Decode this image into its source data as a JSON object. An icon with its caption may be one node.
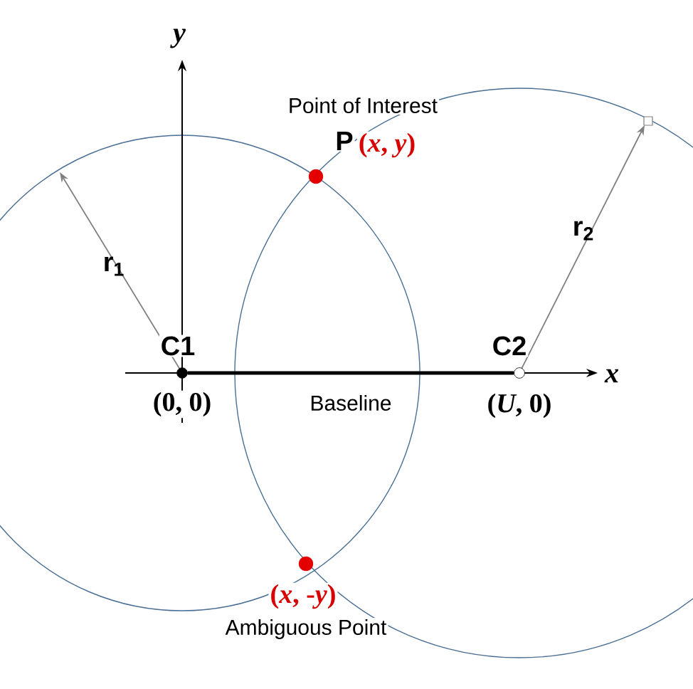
{
  "diagram": {
    "nodes": [
      {
        "text": [
          "C1",
          "(0, 0)"
        ]
      },
      {
        "text": [
          "C2",
          "(*U*, 0)"
        ]
      },
      {
        "text": [
          "Point of Interest",
          "P",
          "(*x*, *y*)"
        ]
      },
      {
        "text": [
          "(*x*, -*y*)",
          "Ambiguous Point"
        ]
      }
    ],
    "edges": [
      {
        "from": 0,
        "to": 1,
        "arrow": "none",
        "label": "Baseline"
      }
    ],
    "labels": [
      "y",
      "r$_{1}$",
      "r$_{2}$",
      "x"
    ]
  }
}
